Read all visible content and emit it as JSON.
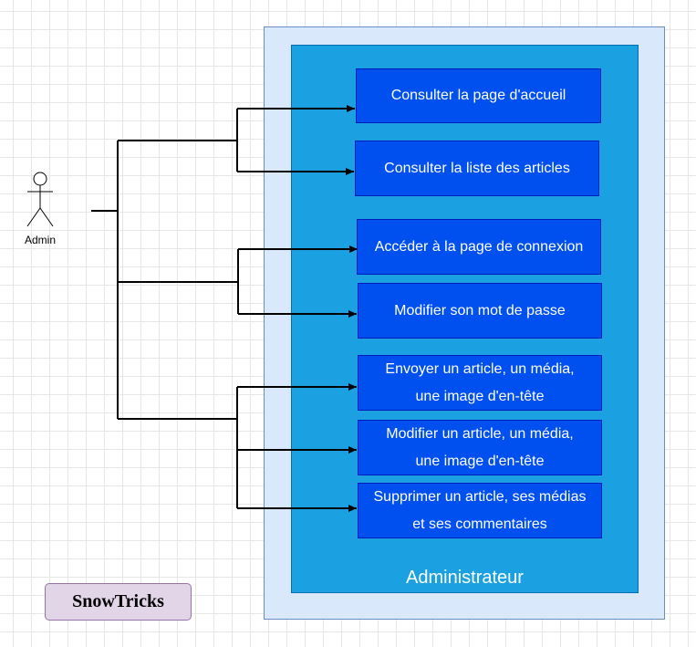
{
  "actor": {
    "label": "Admin"
  },
  "boundary": {
    "label": "Administrateur"
  },
  "use_cases": [
    {
      "lines": [
        "Consulter la page d'accueil"
      ]
    },
    {
      "lines": [
        "Consulter la liste des articles"
      ]
    },
    {
      "lines": [
        "Accéder à la page de connexion"
      ]
    },
    {
      "lines": [
        "Modifier son mot de passe"
      ]
    },
    {
      "lines": [
        "Envoyer un article, un média,",
        "une image d'en-tête"
      ]
    },
    {
      "lines": [
        "Modifier un article, un média,",
        "une image d'en-tête"
      ]
    },
    {
      "lines": [
        "Supprimer un article, ses médias",
        "et ses commentaires"
      ]
    }
  ],
  "logo": {
    "text": "SnowTricks"
  },
  "colors": {
    "outer_fill": "#dae8fc",
    "inner_fill": "#1ba1e2",
    "usecase_fill": "#0050ef",
    "logo_fill": "#e1d5e7",
    "connector": "#000000"
  }
}
